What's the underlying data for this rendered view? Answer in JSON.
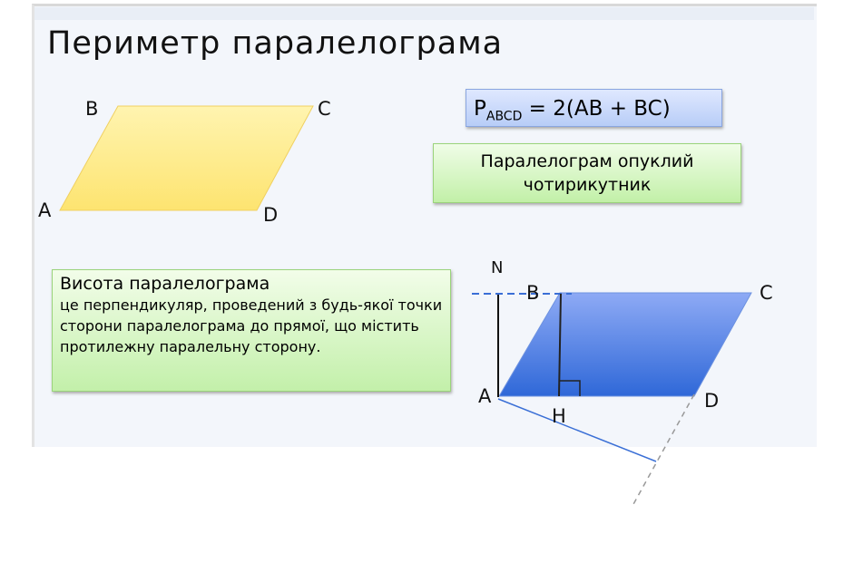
{
  "title": "Периметр паралелограма",
  "fig1": {
    "a": "A",
    "b": "B",
    "c": "C",
    "d": "D"
  },
  "formula": {
    "p": "P",
    "sub": "ABCD",
    "rest": " = 2(AB + BC)"
  },
  "convex": "Паралелограм опуклий чотирикутник",
  "height_box": {
    "heading": "Висота паралелограма",
    "text": "це перпендикуляр, проведений з будь-якої точки сторони паралелограма до прямої, що містить протилежну паралельну сторону."
  },
  "fig2": {
    "n": "N",
    "a": "A",
    "b": "B",
    "c": "C",
    "d": "D",
    "h": "H"
  },
  "colors": {
    "yellow": "#fde878",
    "blue": "#3a6fd6",
    "green": "#c3f0aa"
  }
}
